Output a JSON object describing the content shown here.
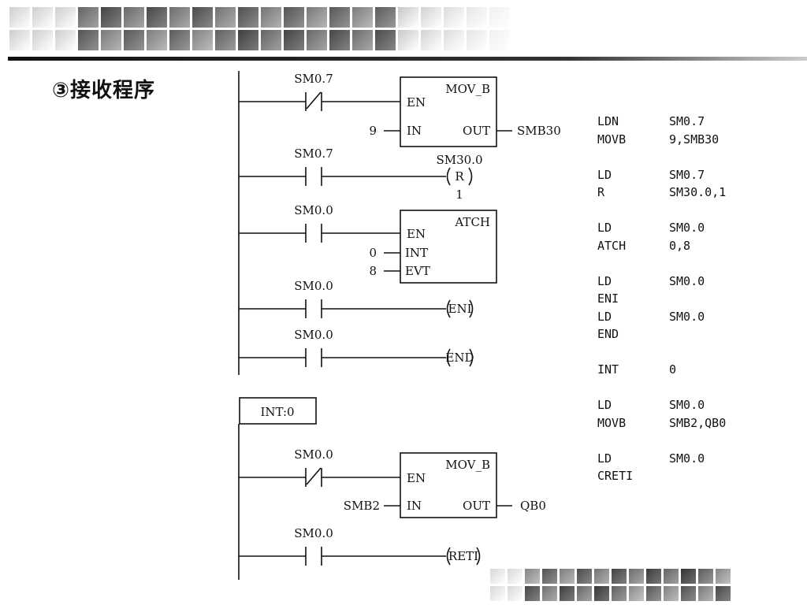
{
  "slide": {
    "title": "③接收程序"
  },
  "ladder": {
    "main_rungs": [
      {
        "contact": "SM0.7",
        "contact_type": "NC",
        "box": {
          "name": "MOV_B",
          "en": "EN",
          "in_label": "IN",
          "out_label": "OUT",
          "in_value": "9",
          "out_value": "SMB30"
        }
      },
      {
        "contact": "SM0.7",
        "contact_type": "NO",
        "coil": "R",
        "coil_operand": "SM30.0",
        "coil_count": "1"
      },
      {
        "contact": "SM0.0",
        "contact_type": "NO",
        "box": {
          "name": "ATCH",
          "en": "EN",
          "in_label": "INT",
          "in_label2": "EVT",
          "in_value": "0",
          "in_value2": "8"
        }
      },
      {
        "contact": "SM0.0",
        "contact_type": "NO",
        "coil": "ENI"
      },
      {
        "contact": "SM0.0",
        "contact_type": "NO",
        "coil": "END"
      }
    ],
    "int_label": "INT:0",
    "int_rungs": [
      {
        "contact": "SM0.0",
        "contact_type": "NC",
        "box": {
          "name": "MOV_B",
          "en": "EN",
          "in_label": "IN",
          "out_label": "OUT",
          "in_value": "SMB2",
          "out_value": "QB0"
        }
      },
      {
        "contact": "SM0.0",
        "contact_type": "NO",
        "coil": "RETI"
      }
    ]
  },
  "stl": [
    {
      "op": "LDN",
      "arg": "SM0.7"
    },
    {
      "op": "MOVB",
      "arg": "9,SMB30"
    },
    {
      "op": "",
      "arg": ""
    },
    {
      "op": "LD",
      "arg": "SM0.7"
    },
    {
      "op": "R",
      "arg": "SM30.0,1"
    },
    {
      "op": "",
      "arg": ""
    },
    {
      "op": "LD",
      "arg": "SM0.0"
    },
    {
      "op": "ATCH",
      "arg": "0,8"
    },
    {
      "op": "",
      "arg": ""
    },
    {
      "op": "LD",
      "arg": "SM0.0"
    },
    {
      "op": "ENI",
      "arg": ""
    },
    {
      "op": "LD",
      "arg": "SM0.0"
    },
    {
      "op": "END",
      "arg": ""
    },
    {
      "op": "",
      "arg": ""
    },
    {
      "op": "INT",
      "arg": "0"
    },
    {
      "op": "",
      "arg": ""
    },
    {
      "op": "LD",
      "arg": "SM0.0"
    },
    {
      "op": "MOVB",
      "arg": "SMB2,QB0"
    },
    {
      "op": "",
      "arg": ""
    },
    {
      "op": "LD",
      "arg": "SM0.0"
    },
    {
      "op": "CRETI",
      "arg": ""
    }
  ],
  "colors": {
    "line": "#111111",
    "header_bar": "#1a1a1a"
  }
}
